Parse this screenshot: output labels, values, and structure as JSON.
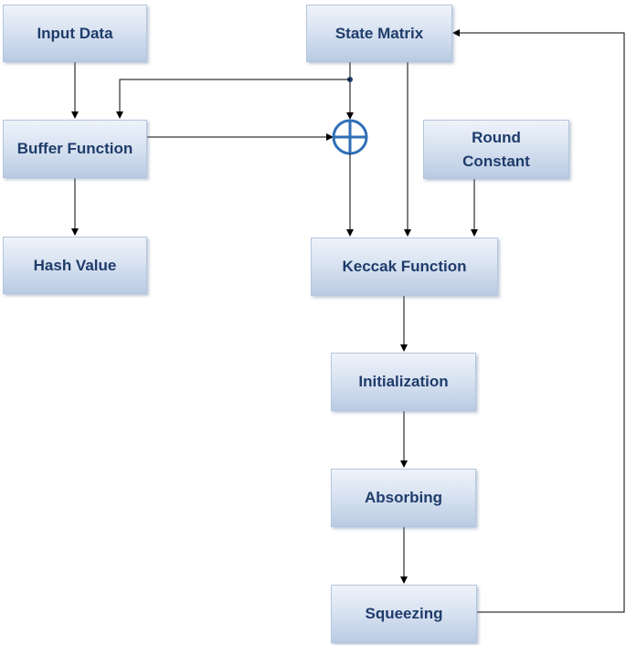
{
  "nodes": {
    "input_data": "Input Data",
    "state_matrix": "State Matrix",
    "buffer_function": "Buffer Function",
    "round_constant": "Round Constant",
    "hash_value": "Hash Value",
    "keccak_function": "Keccak Function",
    "initialization": "Initialization",
    "absorbing": "Absorbing",
    "squeezing": "Squeezing"
  },
  "colors": {
    "box_text": "#1f3c6b",
    "box_fill_top": "#eef3fa",
    "box_fill_bottom": "#b9cbe3",
    "xor_symbol": "#2f6fb6",
    "connector": "#000000"
  },
  "edges": [
    {
      "from": "Input Data",
      "to": "Buffer Function"
    },
    {
      "from": "Buffer Function",
      "to": "Hash Value"
    },
    {
      "from": "Buffer Function",
      "to": "XOR"
    },
    {
      "from": "State Matrix",
      "to": "XOR"
    },
    {
      "from": "State Matrix",
      "to": "Buffer Function"
    },
    {
      "from": "XOR",
      "to": "Keccak Function"
    },
    {
      "from": "State Matrix",
      "to": "Keccak Function"
    },
    {
      "from": "Round Constant",
      "to": "Keccak Function"
    },
    {
      "from": "Keccak Function",
      "to": "Initialization"
    },
    {
      "from": "Initialization",
      "to": "Absorbing"
    },
    {
      "from": "Absorbing",
      "to": "Squeezing"
    },
    {
      "from": "Squeezing",
      "to": "State Matrix"
    }
  ]
}
